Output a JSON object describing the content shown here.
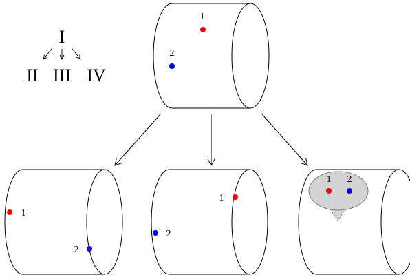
{
  "legend": {
    "root": "I",
    "children": [
      "II",
      "III",
      "IV"
    ]
  },
  "cylinders": {
    "top": {
      "point_labels": [
        "1",
        "2"
      ]
    },
    "left": {
      "point_labels": [
        "1",
        "2"
      ]
    },
    "middle": {
      "point_labels": [
        "1",
        "2"
      ]
    },
    "right": {
      "point_labels": [
        "1",
        "2"
      ]
    }
  },
  "colors": {
    "point_1": "#ff0000",
    "point_2": "#0000ff",
    "stroke": "#000000",
    "bubble_fill": "#d3d3d3",
    "bubble_stroke": "#808080"
  }
}
